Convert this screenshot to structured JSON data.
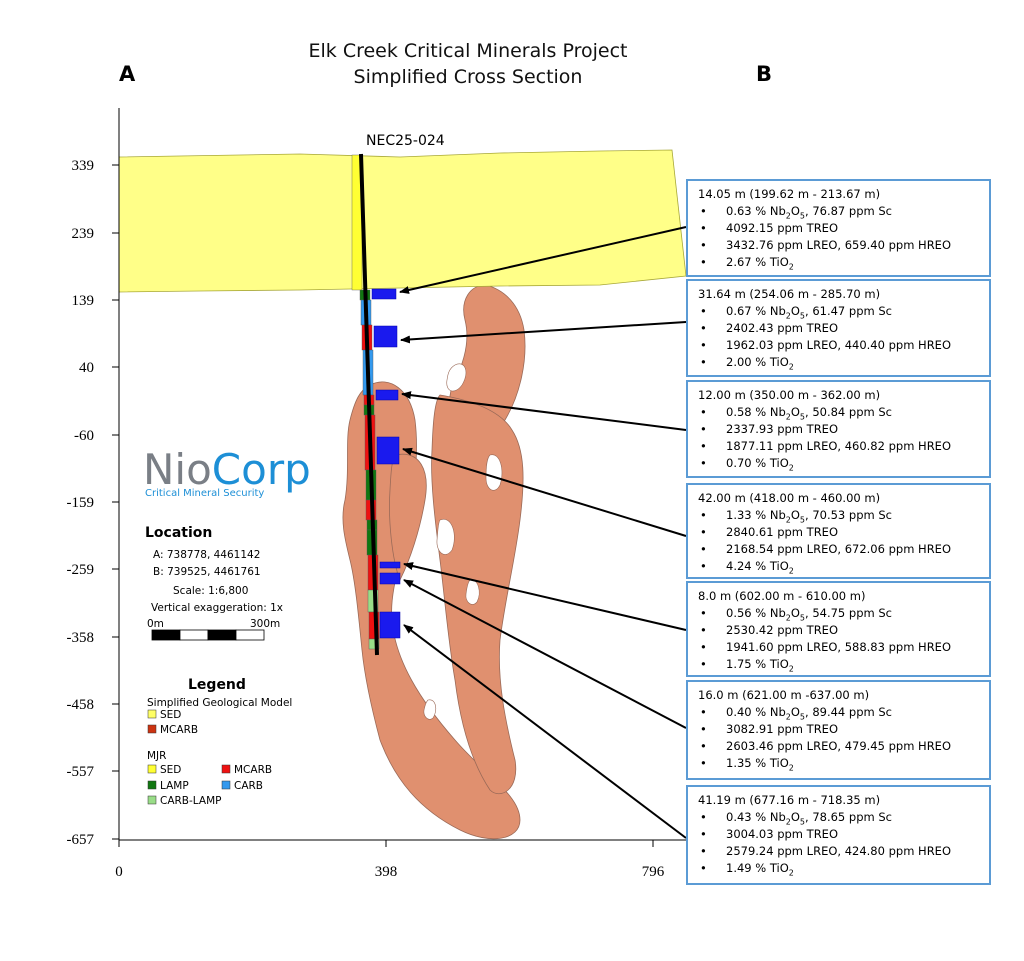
{
  "title_line1": "Elk Creek Critical Minerals Project",
  "title_line2": "Simplified Cross Section",
  "panel_a": "A",
  "panel_b": "B",
  "drillhole": "NEC25-024",
  "y_axis_ticks": [
    "339",
    "239",
    "139",
    "40",
    "-60",
    "-159",
    "-259",
    "-358",
    "-458",
    "-557",
    "-657"
  ],
  "x_axis_ticks": [
    "0",
    "398",
    "796"
  ],
  "logo": {
    "nio": "Nio",
    "corp": "Corp",
    "tagline": "Critical Mineral Security"
  },
  "location": {
    "heading": "Location",
    "a": "A:   738778, 4461142",
    "b": "B:   739525, 4461761",
    "scale": "Scale: 1:6,800",
    "vertical": "Vertical exaggeration: 1x",
    "bar_start": "0m",
    "bar_end": "300m"
  },
  "legend": {
    "heading": "Legend",
    "model_heading": "Simplified Geological Model",
    "model_items": [
      {
        "label": "SED",
        "color": "#ffff66"
      },
      {
        "label": "MCARB",
        "color": "#cc3311"
      }
    ],
    "mjr_heading": "MJR",
    "mjr_items": [
      {
        "label": "SED",
        "color": "#ffff33"
      },
      {
        "label": "MCARB",
        "color": "#ee1111"
      },
      {
        "label": "LAMP",
        "color": "#117711"
      },
      {
        "label": "CARB",
        "color": "#3399ee"
      },
      {
        "label": "CARB-LAMP",
        "color": "#99dd88"
      }
    ]
  },
  "colors": {
    "sed_layer": "#ffff88",
    "carbonatite_body": "#e0906f",
    "interval_blue": "#1a1aee",
    "box_border": "#5b9bd5"
  },
  "intercepts": [
    {
      "header": "14.05 m (199.62 m - 213.67 m)",
      "nb": "0.63",
      "sc": "76.87",
      "treo": "4092.15 ppm TREO",
      "lreo": "3432.76 ppm LREO, 659.40 ppm HREO",
      "tio": "2.67"
    },
    {
      "header": "31.64 m (254.06 m - 285.70 m)",
      "nb": "0.67",
      "sc": "61.47",
      "treo": "2402.43 ppm TREO",
      "lreo": "1962.03 ppm LREO, 440.40 ppm HREO",
      "tio": "2.00"
    },
    {
      "header": "12.00 m (350.00 m - 362.00 m)",
      "nb": "0.58",
      "sc": "50.84",
      "treo": "2337.93 ppm TREO",
      "lreo": "1877.11 ppm LREO, 460.82 ppm HREO",
      "tio": "0.70"
    },
    {
      "header": "42.00 m (418.00 m - 460.00 m)",
      "nb": "1.33",
      "sc": "70.53",
      "treo": "2840.61 ppm TREO",
      "lreo": "2168.54 ppm LREO, 672.06 ppm HREO",
      "tio": "4.24"
    },
    {
      "header": "8.0 m (602.00 m - 610.00 m)",
      "nb": "0.56",
      "sc": "54.75",
      "treo": "2530.42 ppm TREO",
      "lreo": "1941.60 ppm LREO, 588.83 ppm HREO",
      "tio": "1.75"
    },
    {
      "header": "16.0 m (621.00 m -637.00 m)",
      "nb": "0.40",
      "sc": "89.44",
      "treo": "3082.91 ppm TREO",
      "lreo": "2603.46 ppm LREO, 479.45 ppm HREO",
      "tio": "1.35"
    },
    {
      "header": "41.19 m (677.16 m - 718.35 m)",
      "nb": "0.43",
      "sc": "78.65",
      "treo": "3004.03 ppm TREO",
      "lreo": "2579.24 ppm LREO, 424.80 ppm HREO",
      "tio": "1.49"
    }
  ]
}
